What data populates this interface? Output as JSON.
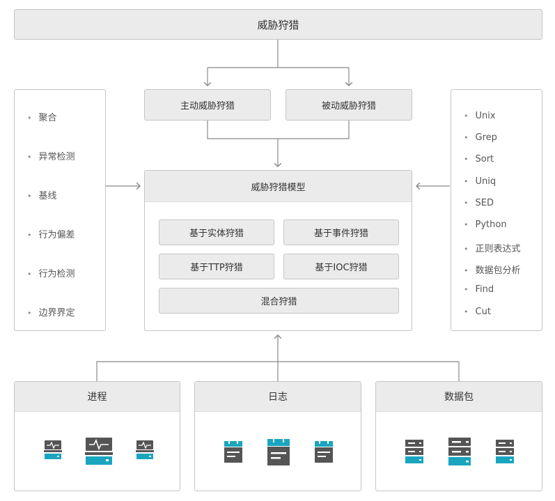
{
  "top": {
    "title": "威胁狩猎"
  },
  "hunt_types": {
    "active": "主动威胁狩猎",
    "passive": "被动威胁狩猎"
  },
  "model": {
    "title": "威胁狩猎模型",
    "items": [
      "基于实体狩猎",
      "基于事件狩猎",
      "基于TTP狩猎",
      "基于IOC狩猎",
      "混合狩猎"
    ]
  },
  "left_list": [
    "聚合",
    "异常检测",
    "基线",
    "行为偏差",
    "行为检测",
    "边界界定"
  ],
  "right_list": [
    "Unix",
    "Grep",
    "Sort",
    "Uniq",
    "SED",
    "Python",
    "正则表达式",
    "数据包分析",
    "Find",
    "Cut"
  ],
  "sources": [
    {
      "title": "进程",
      "icon": "monitor-icon"
    },
    {
      "title": "日志",
      "icon": "log-document-icon"
    },
    {
      "title": "数据包",
      "icon": "server-icon"
    }
  ],
  "colors": {
    "accent": "#1aa5bf",
    "dark": "#555555",
    "box": "#ebebeb",
    "border": "#c4c4c4",
    "line": "#888888"
  }
}
